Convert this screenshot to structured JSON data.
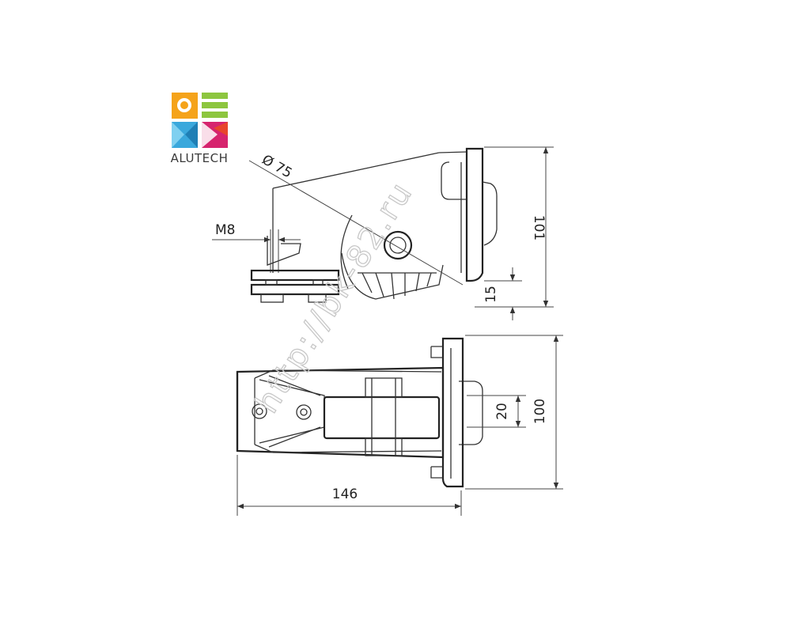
{
  "logo": {
    "brand": "ALUTECH",
    "colors": {
      "orange": "#f5a31a",
      "green": "#8dc63f",
      "blue": "#3aa8dc",
      "magenta": "#d6246e",
      "red": "#e8452c"
    }
  },
  "watermark": "http://bk-82.ru",
  "dimensions": {
    "diameter": "75",
    "diameter_symbol": "Ø",
    "thread": "M8",
    "height_total": "101",
    "height_offset": "15",
    "width_total": "100",
    "axle_width": "20",
    "length_total": "146"
  }
}
